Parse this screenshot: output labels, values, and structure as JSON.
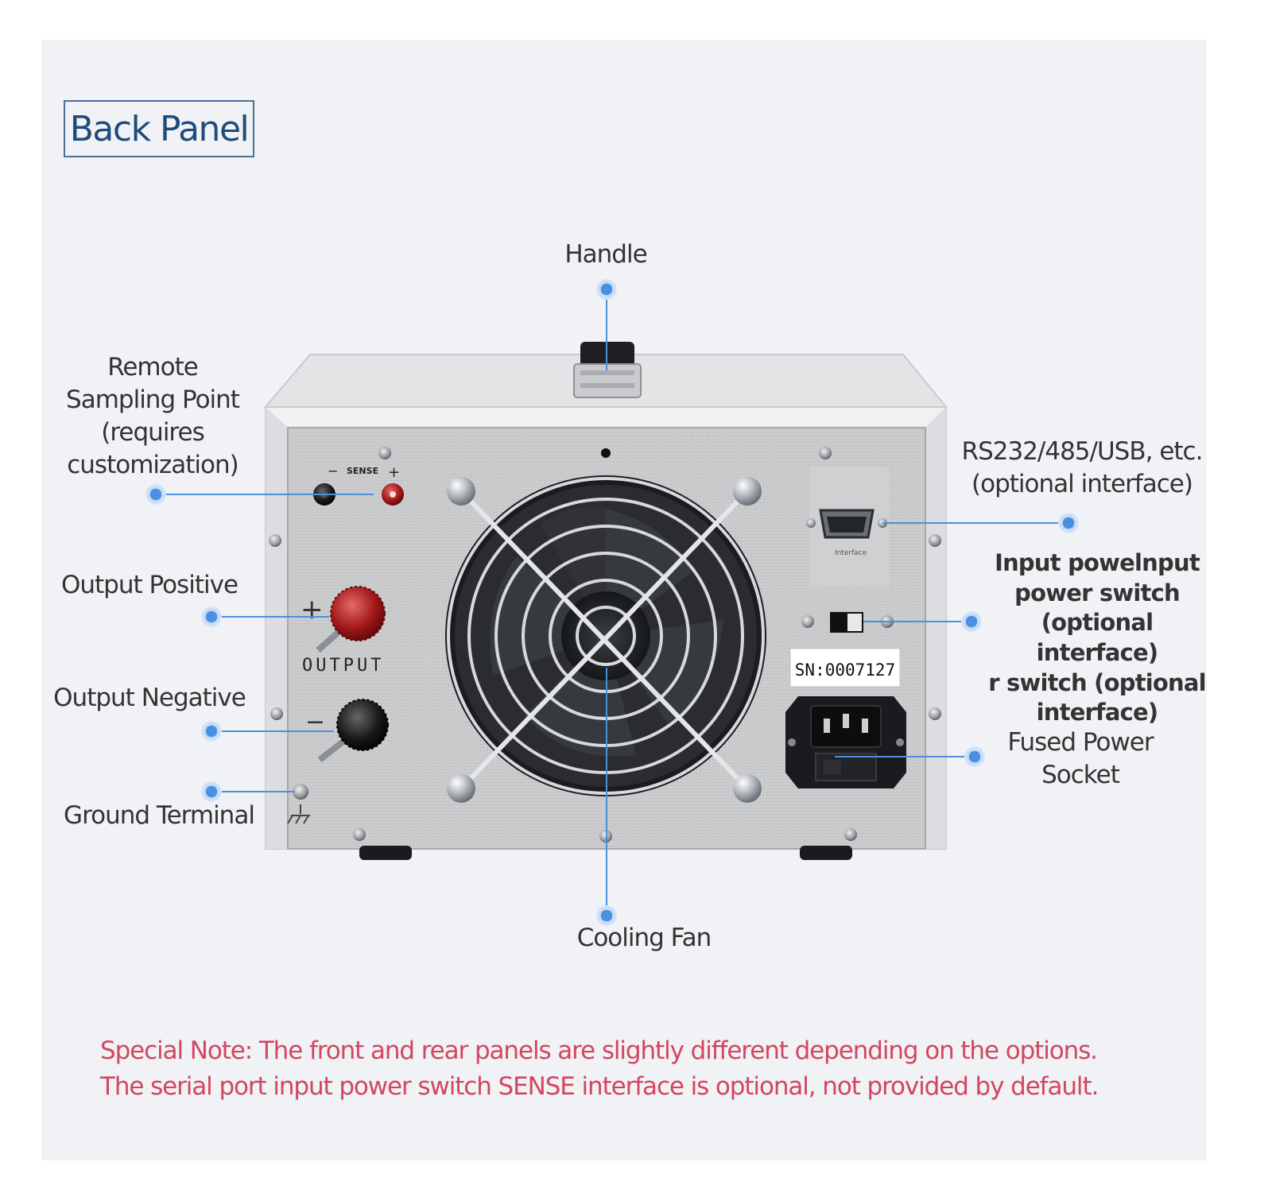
{
  "title": "Back Panel",
  "labels": {
    "handle": "Handle",
    "remote_sampling": "Remote\nSampling Point\n(requires\ncustomization)",
    "rs232": "RS232/485/USB, etc.\n(optional interface)",
    "input_power_switch": "Input powelnput\npower switch\n(optional interface)\nr switch (optional\ninterface)",
    "output_positive": "Output Positive",
    "output_negative": "Output Negative",
    "ground_terminal": "Ground Terminal",
    "fused_power_socket": "Fused Power\nSocket",
    "cooling_fan": "Cooling Fan"
  },
  "device": {
    "sense_label": "SENSE",
    "sense_minus": "−",
    "sense_plus": "+",
    "output_label": "OUTPUT",
    "output_plus": "+",
    "output_minus": "−",
    "interface_label": "Interface",
    "serial_number": "SN:0007127"
  },
  "note": {
    "line1": "Special Note: The front and rear panels are slightly different depending on the options.",
    "line2": "The serial port input power switch SENSE interface is optional, not provided by default."
  },
  "colors": {
    "title": "#1f4b7c",
    "callout": "#4a8fe0",
    "note": "#d2465f"
  }
}
